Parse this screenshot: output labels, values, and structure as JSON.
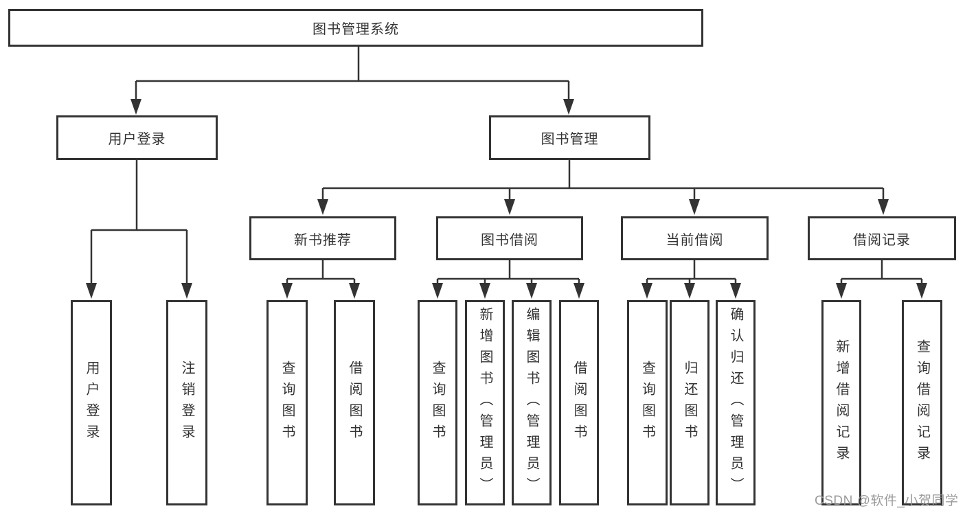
{
  "tree": {
    "root": "图书管理系统",
    "branches": [
      {
        "label": "用户登录",
        "leaves": [
          "用户登录",
          "注销登录"
        ]
      },
      {
        "label": "图书管理",
        "sections": [
          {
            "label": "新书推荐",
            "leaves": [
              "查询图书",
              "借阅图书"
            ]
          },
          {
            "label": "图书借阅",
            "leaves": [
              "查询图书",
              "新增图书（管理员）",
              "编辑图书（管理员）",
              "借阅图书"
            ]
          },
          {
            "label": "当前借阅",
            "leaves": [
              "查询图书",
              "归还图书",
              "确认归还（管理员）"
            ]
          },
          {
            "label": "借阅记录",
            "leaves": [
              "新增借阅记录",
              "查询借阅记录"
            ]
          }
        ]
      }
    ]
  },
  "watermark": "CSDN @软件_小贺同学",
  "colors": {
    "line": "#333333",
    "text": "#333333",
    "watermark": "#969696",
    "background": "#ffffff"
  }
}
